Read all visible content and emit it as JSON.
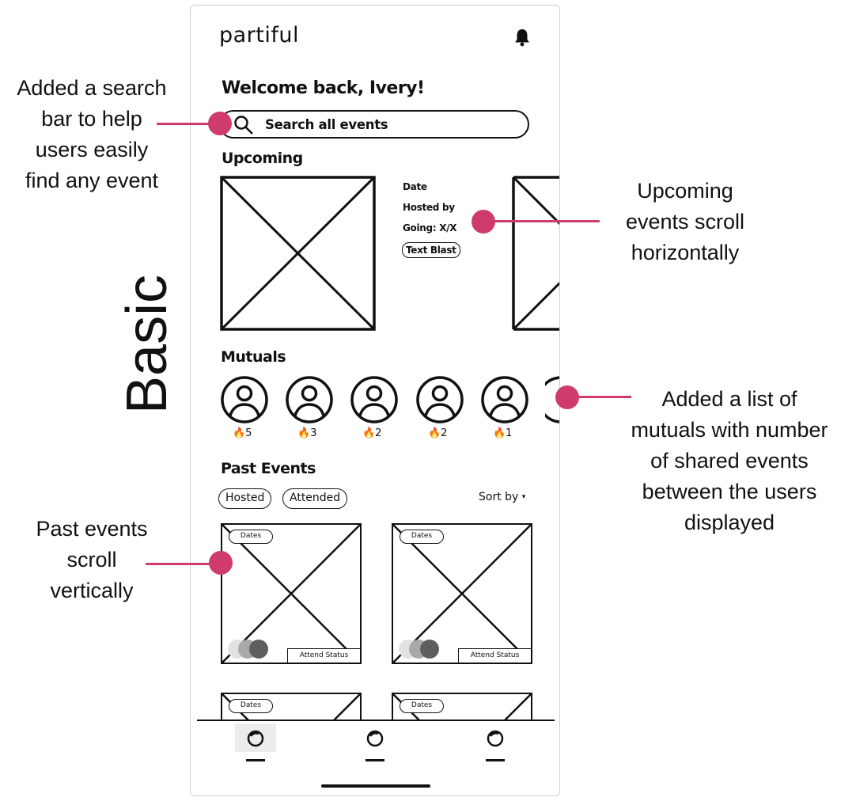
{
  "app": {
    "logo": "partiful",
    "welcome": "Welcome back, Ivery!",
    "search": {
      "placeholder": "Search all events"
    },
    "upcoming": {
      "title": "Upcoming",
      "event": {
        "date_label": "Date",
        "hosted_label": "Hosted by",
        "going_label": "Going: X/X",
        "text_blast_label": "Text Blast"
      }
    },
    "mutuals": {
      "title": "Mutuals",
      "items": [
        {
          "count": "🔥5"
        },
        {
          "count": "🔥3"
        },
        {
          "count": "🔥2"
        },
        {
          "count": "🔥2"
        },
        {
          "count": "🔥1"
        }
      ]
    },
    "past_events": {
      "title": "Past Events",
      "filters": [
        "Hosted",
        "Attended"
      ],
      "sort_label": "Sort by",
      "cards": [
        {
          "dates": "Dates",
          "status": "Attend Status"
        },
        {
          "dates": "Dates",
          "status": "Attend Status"
        },
        {
          "dates": "Dates"
        },
        {
          "dates": "Dates"
        }
      ]
    },
    "nav": [
      "home-icon",
      "explore-icon",
      "profile-icon"
    ]
  },
  "annotations": {
    "search": "Added a search bar to help users easily find any event",
    "search_lines": [
      "Added a search",
      "bar to help",
      "users easily",
      "find any event"
    ],
    "upcoming_lines": [
      "Upcoming",
      "events scroll",
      "horizontally"
    ],
    "mutuals_lines": [
      "Added a list of",
      "mutuals with number",
      "of shared events",
      "between the users",
      "displayed"
    ],
    "past_lines": [
      "Past events",
      "scroll",
      "vertically"
    ],
    "vertical_title": "Basic",
    "accent_color": "#cf3b6a"
  }
}
